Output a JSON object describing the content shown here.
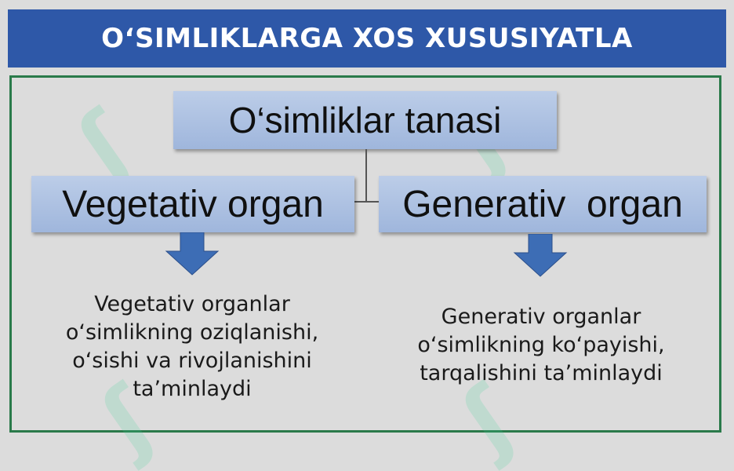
{
  "title": "O‘SIMLIKLARGA XOS XUSUSIYATLA",
  "root": "O‘simliklar tanasi",
  "branches": [
    {
      "label": "Vegetativ organ",
      "lines": [
        "Vegetativ organlar",
        "o‘simlikning oziqlanishi,",
        "o‘sishi va rivojlanishini",
        "ta’minlaydi"
      ]
    },
    {
      "label": "Generativ  organ",
      "lines": [
        "Generativ organlar",
        "o‘simlikning ko‘payishi,",
        "tarqalishini ta’minlaydi"
      ]
    }
  ],
  "colors": {
    "title_bg": "#2e58a8",
    "frame": "#2a7a4a",
    "box": "#aec1e2",
    "arrow": "#3d6db5"
  }
}
